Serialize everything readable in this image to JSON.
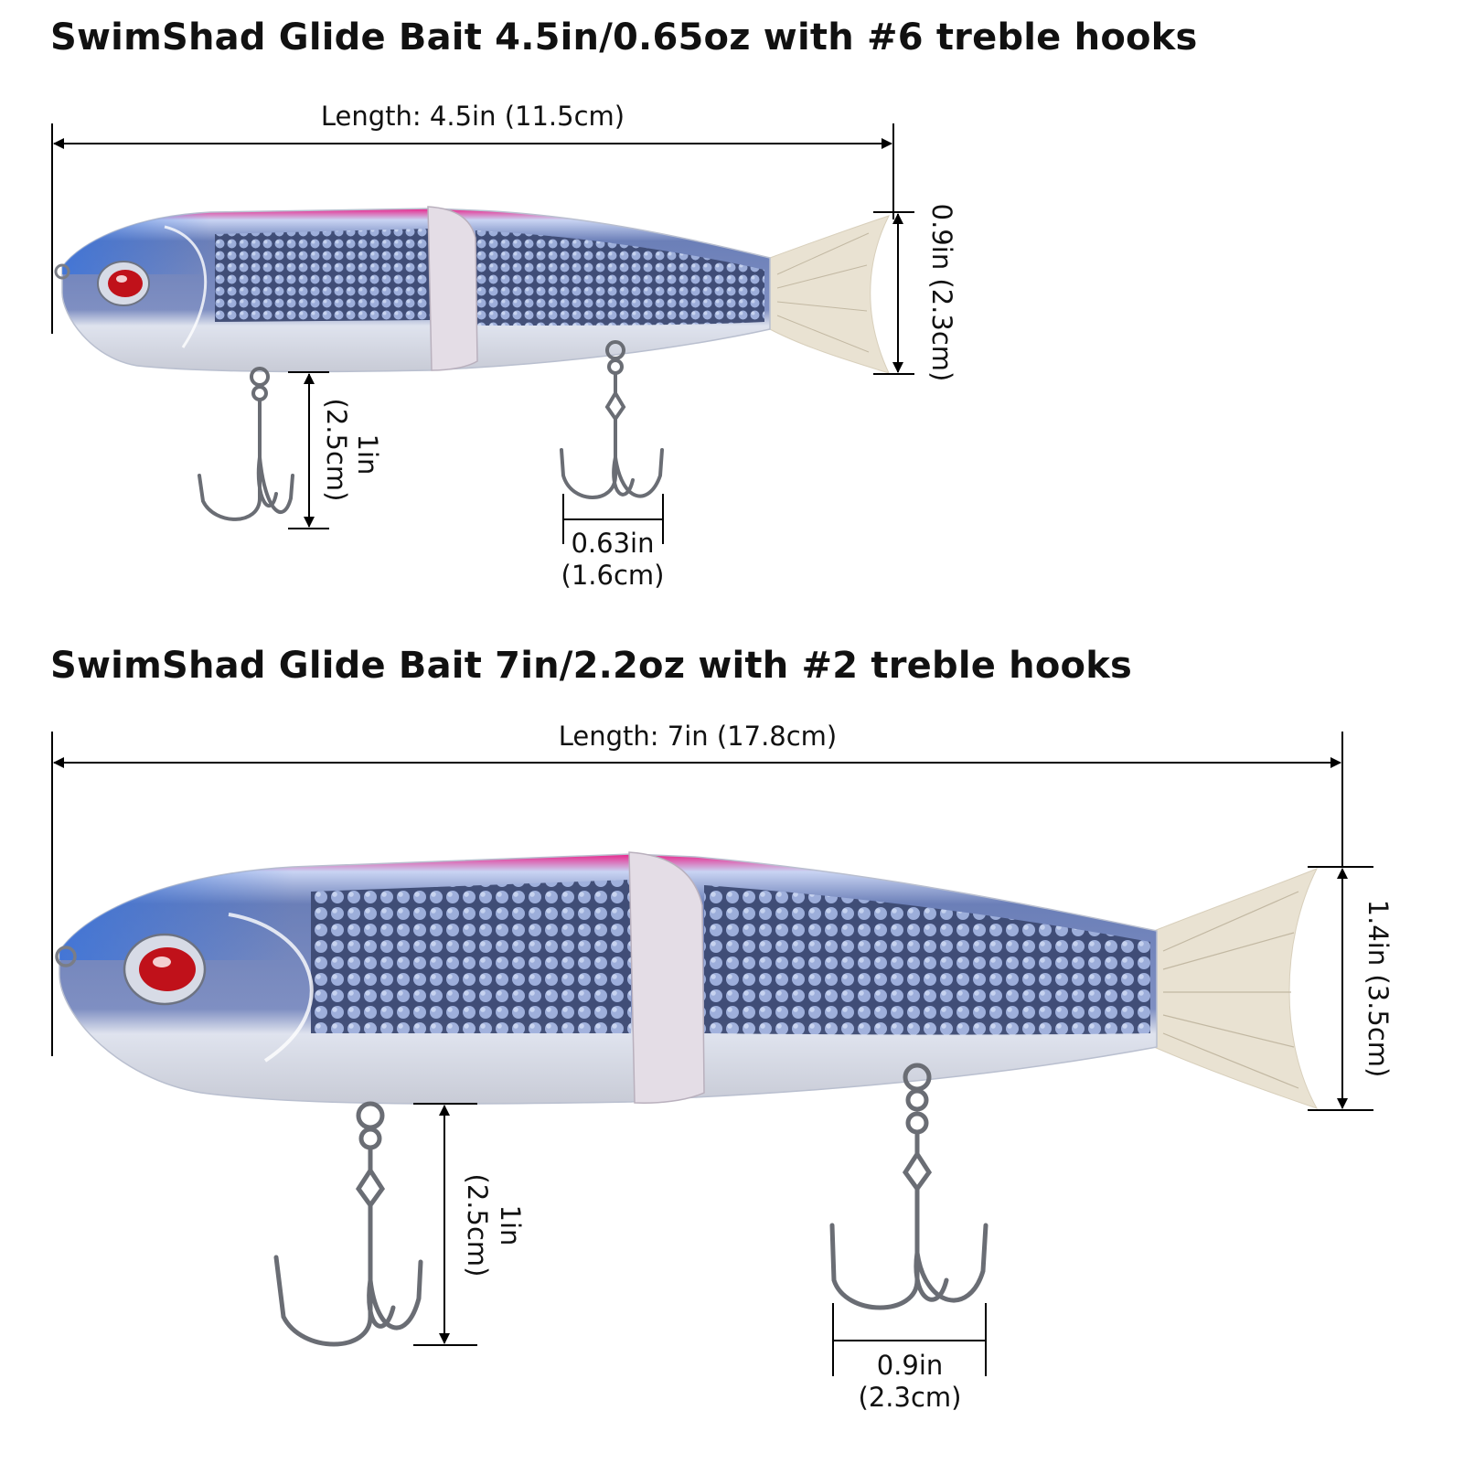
{
  "lure_small": {
    "title": "SwimShad Glide Bait 4.5in/0.65oz with #6 treble hooks",
    "length_label": "Length: 4.5in (11.5cm)",
    "height_label": "0.9in (2.3cm)",
    "hook_length_in": "1in",
    "hook_length_cm": "(2.5cm)",
    "hook_gap_in": "0.63in",
    "hook_gap_cm": "(1.6cm)"
  },
  "lure_large": {
    "title": "SwimShad Glide Bait 7in/2.2oz with #2 treble hooks",
    "length_label": "Length: 7in (17.8cm)",
    "height_label": "1.4in (3.5cm)",
    "hook_length_in": "1in",
    "hook_length_cm": "(2.5cm)",
    "hook_gap_in": "0.9in",
    "hook_gap_cm": "(2.3cm)"
  },
  "colors": {
    "back_pink": "#e8238a",
    "head_blue": "#2f6fe0",
    "belly_silver": "#e6e8ef",
    "scale_blue": "#5b6fa8",
    "tail": "#e9e2d2",
    "eye_red": "#c0111a",
    "hook_steel": "#6a6d74"
  }
}
